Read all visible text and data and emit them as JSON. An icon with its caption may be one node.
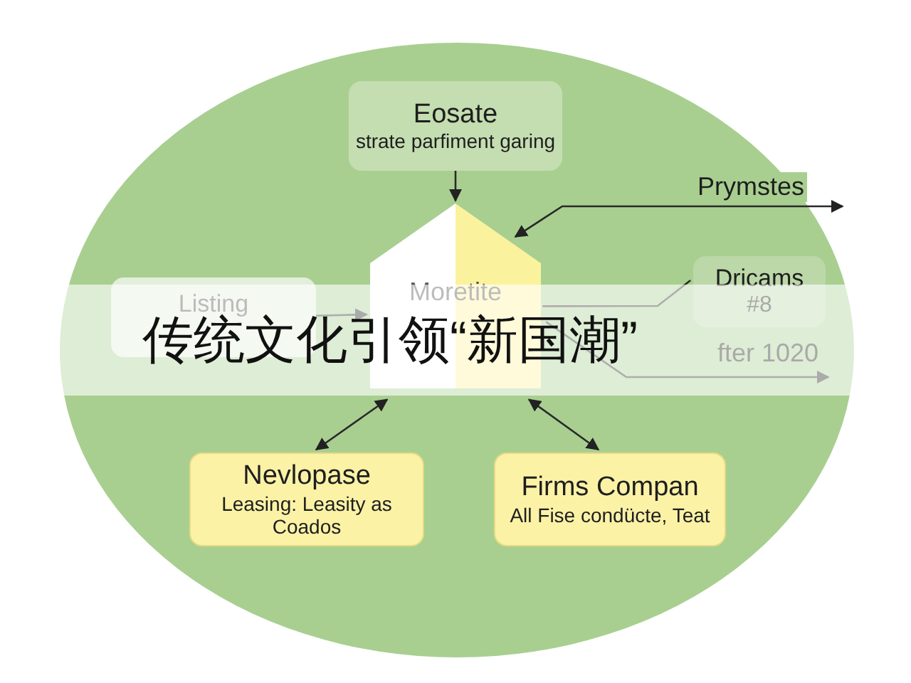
{
  "diagram": {
    "title": "传统文化引领“新国潮”",
    "nodes": [
      {
        "text": [],
        "shape": "circle"
      },
      {
        "text": [
          "Eosate",
          "strate parfiment garing"
        ],
        "in": 0
      },
      {
        "text": [
          "Listing"
        ],
        "in": 0
      },
      {
        "text": [
          "Moretite"
        ],
        "in": 0
      },
      {
        "text": [
          "Dricams",
          "#8"
        ],
        "in": 0
      },
      {
        "text": [
          "Nevlopase",
          "Leasing: Leasity as Coados"
        ],
        "in": 0
      },
      {
        "text": [
          "Firms Compan",
          "All Fise condücte, Teat"
        ],
        "in": 0
      }
    ],
    "edges": [
      {
        "from": 1,
        "to": 3,
        "arrow": "to"
      },
      {
        "from": 3,
        "to": null,
        "arrow": "both",
        "label": "Prymstes"
      },
      {
        "from": 3,
        "to": 4,
        "arrow": "none"
      },
      {
        "from": 3,
        "to": null,
        "arrow": "to",
        "label": "fter 1020"
      },
      {
        "from": 2,
        "to": 3,
        "arrow": "to"
      },
      {
        "from": 3,
        "to": 5,
        "arrow": "both"
      },
      {
        "from": 3,
        "to": 6,
        "arrow": "both"
      }
    ]
  }
}
